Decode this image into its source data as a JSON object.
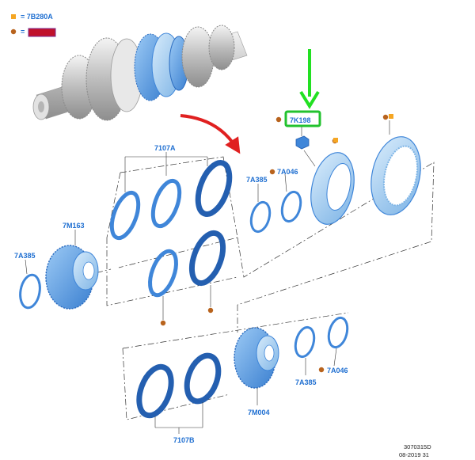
{
  "legend": [
    {
      "marker": "square",
      "color": "#f5a623",
      "text": "= 7B280A"
    },
    {
      "marker": "dot",
      "color": "#b8631d",
      "text": "= ",
      "redacted": true,
      "redacted_color": "#c0112b"
    }
  ],
  "callouts": {
    "c_7107A": "7107A",
    "c_7A385_top": "7A385",
    "c_7A046_top": "7A046",
    "c_7K198": "7K198",
    "c_7M163": "7M163",
    "c_7A385_left": "7A385",
    "c_7107B": "7107B",
    "c_7M004": "7M004",
    "c_7A385_low": "7A385",
    "c_7A046_low": "7A046"
  },
  "highlight": {
    "part": "7K198",
    "box_color": "#22c22e",
    "arrow_color": "#22e022"
  },
  "colors": {
    "part_blue": "#3f86d9",
    "label_blue": "#1f6fd1",
    "arrow_red": "#e02020",
    "shaft_gray": "#cfcfcf"
  },
  "footer": {
    "code": "3070315D",
    "date": "08-2019 31"
  }
}
